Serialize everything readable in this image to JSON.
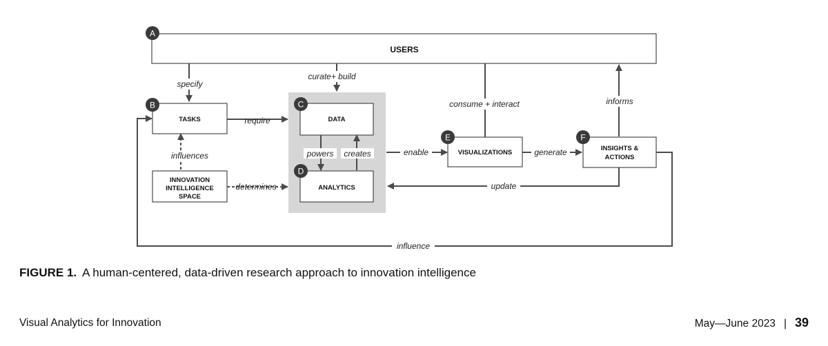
{
  "diagram": {
    "nodes": {
      "users": {
        "badge": "A",
        "label": "USERS"
      },
      "tasks": {
        "badge": "B",
        "label": "TASKS"
      },
      "data": {
        "badge": "C",
        "label": "DATA"
      },
      "analytics": {
        "badge": "D",
        "label": "ANALYTICS"
      },
      "visualizations": {
        "badge": "E",
        "label": "VISUALIZATIONS"
      },
      "insights": {
        "badge": "F",
        "label_line1": "INSIGHTS &",
        "label_line2": "ACTIONS"
      },
      "innovation": {
        "label_line1": "INNOVATION",
        "label_line2": "INTELLIGENCE",
        "label_line3": "SPACE"
      }
    },
    "edges": {
      "specify": "specify",
      "curate_build": "curate+ build",
      "consume_interact": "consume + interact",
      "informs": "informs",
      "require": "require",
      "influences": "influences",
      "determines": "determines",
      "powers": "powers",
      "creates": "creates",
      "enable": "enable",
      "generate": "generate",
      "update": "update",
      "influence": "influence"
    }
  },
  "caption": {
    "label": "FIGURE 1.",
    "text": "A human-centered, data-driven research approach to innovation intelligence"
  },
  "footer": {
    "left": "Visual Analytics for Innovation",
    "date": "May—June 2023",
    "separator": "|",
    "page": "39"
  }
}
